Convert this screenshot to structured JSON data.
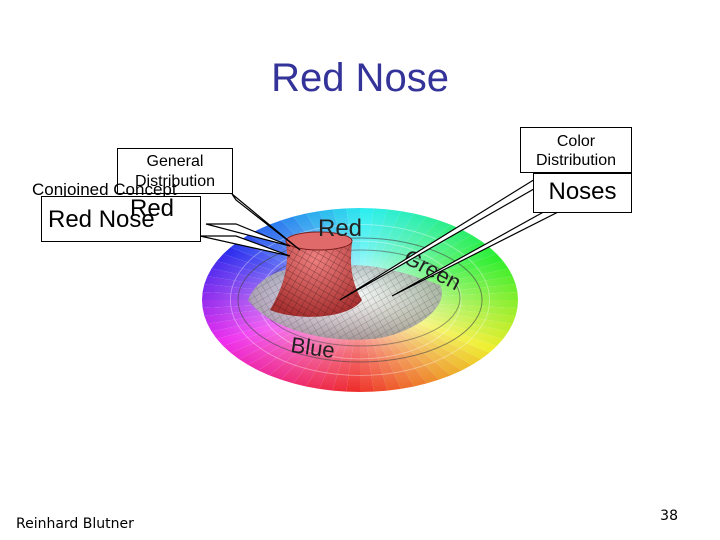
{
  "slide": {
    "title": "Red Nose",
    "footer_author": "Reinhard Blutner",
    "page_number": "38"
  },
  "labels": {
    "general_distribution": "General Distribution",
    "conjoined_concept": "Conjoined Concept",
    "red_nose": "Red Nose",
    "red": "Red",
    "color_distribution": "Color Distribution",
    "noses": "Noses"
  },
  "wheel_labels": {
    "red": "Red",
    "green": "Green",
    "blue": "Blue"
  },
  "colors": {
    "title": "#333399",
    "distribution_red": "#d04a4a",
    "distribution_grey": "#d8d8d8"
  }
}
